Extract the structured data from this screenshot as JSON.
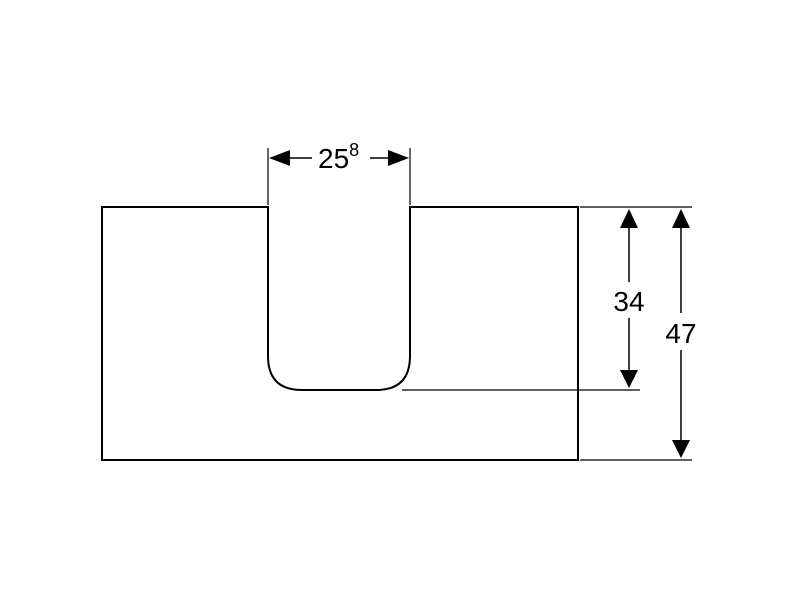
{
  "colors": {
    "line": "#000000",
    "background": "#ffffff"
  },
  "dimensions": {
    "slot_width": {
      "main": "25",
      "superscript": "8"
    },
    "slot_depth": "34",
    "total_depth": "47"
  }
}
